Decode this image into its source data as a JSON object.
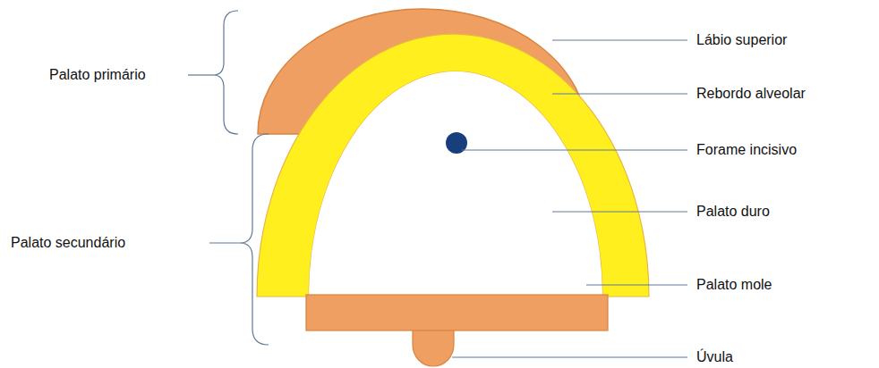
{
  "diagram": {
    "labels": [
      "Palato primário",
      "Palato secundário",
      "Lábio superior",
      "Rebordo alveolar",
      "Forame incisivo",
      "Palato duro",
      "Palato mole",
      "Úvula"
    ]
  }
}
